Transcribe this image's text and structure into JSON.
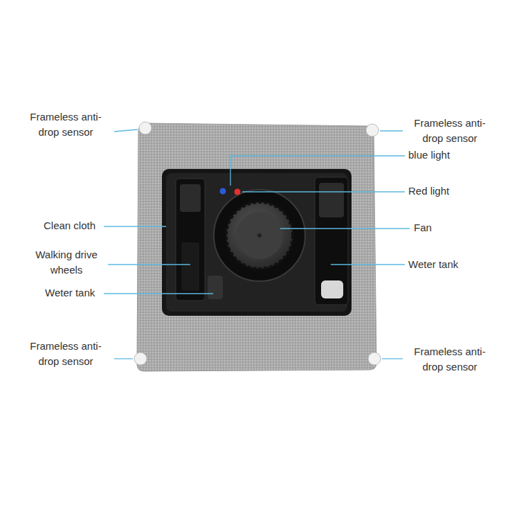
{
  "diagram": {
    "labels": [
      "Frameless anti-drop sensor",
      "Frameless anti-drop sensor",
      "blue light",
      "Red light",
      "Clean cloth",
      "Fan",
      "Walking drive wheels",
      "Weter tank",
      "Weter tank",
      "Frameless anti-drop sensor",
      "Frameless anti-drop sensor"
    ]
  }
}
